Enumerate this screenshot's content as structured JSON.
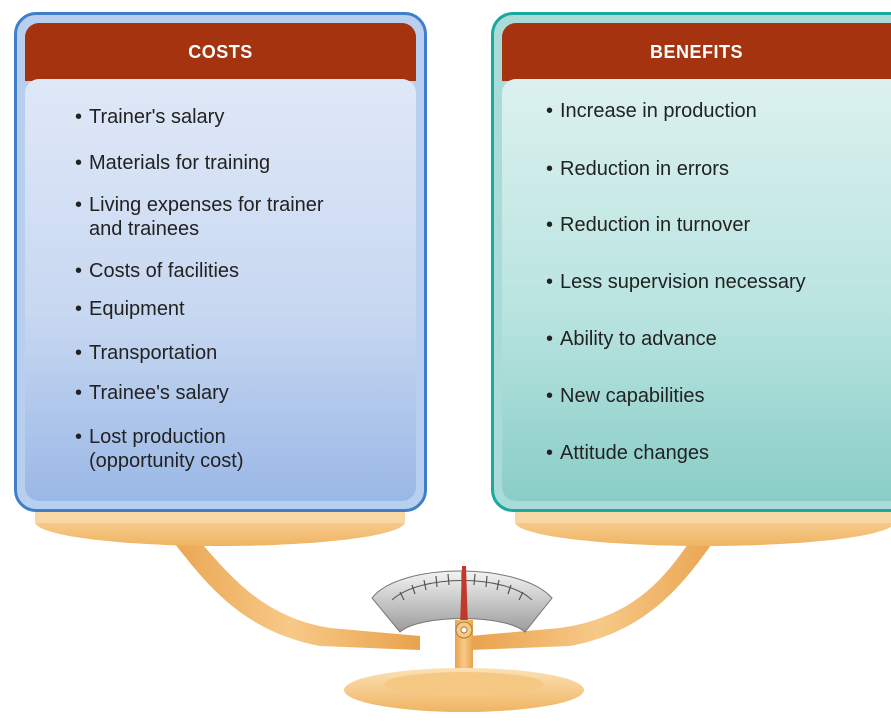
{
  "costs": {
    "title": "COSTS",
    "items": [
      {
        "line1": "Trainer's salary",
        "line2": ""
      },
      {
        "line1": "Materials for training",
        "line2": ""
      },
      {
        "line1": "Living expenses for trainer",
        "line2": "and trainees"
      },
      {
        "line1": "Costs of facilities",
        "line2": ""
      },
      {
        "line1": "Equipment",
        "line2": ""
      },
      {
        "line1": "Transportation",
        "line2": ""
      },
      {
        "line1": "Trainee's salary",
        "line2": ""
      },
      {
        "line1": "Lost production",
        "line2": "(opportunity cost)"
      }
    ]
  },
  "benefits": {
    "title": "BENEFITS",
    "items": [
      "Increase in production",
      "Reduction in errors",
      "Reduction in turnover",
      "Less supervision necessary",
      "Ability to advance",
      "New capabilities",
      "Attitude changes"
    ]
  },
  "colors": {
    "header": "#a5330f",
    "costs_panel": "#b9cff0",
    "benefits_panel": "#a9dcd8",
    "scale": "#f2b458",
    "needle": "#c0392b"
  }
}
